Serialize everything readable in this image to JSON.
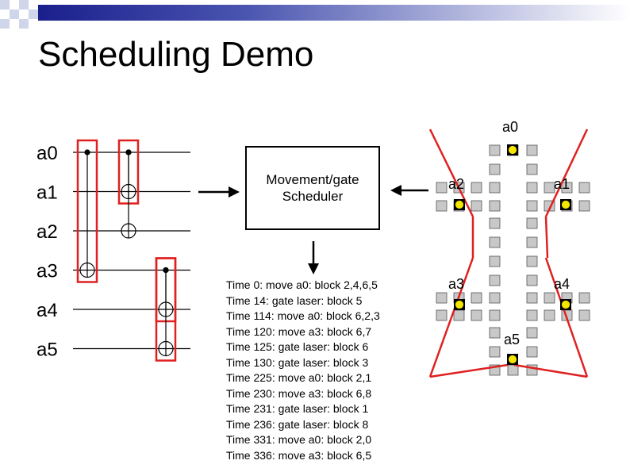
{
  "slide": {
    "title": "Scheduling Demo"
  },
  "circuit": {
    "qubits": [
      "a0",
      "a1",
      "a2",
      "a3",
      "a4",
      "a5"
    ],
    "gates": [
      {
        "control": "a0",
        "target": "a3",
        "boxed": true
      },
      {
        "control": "a0",
        "target": "a1",
        "boxed": true
      },
      {
        "control": "a0",
        "target": "a2",
        "boxed": false
      },
      {
        "control": "a3",
        "target": "a4",
        "boxed": true
      },
      {
        "control": "a3",
        "target": "a5",
        "boxed": true
      }
    ],
    "highlight_color": "#e02020"
  },
  "scheduler": {
    "label": "Movement/gate\nScheduler"
  },
  "log": [
    "Time 0: move a0: block 2,4,6,5",
    "Time 14: gate laser: block 5",
    "Time 114: move a0: block 6,2,3",
    "Time 120: move a3: block 6,7",
    "Time 125: gate laser: block 6",
    "Time 130: gate laser: block 3",
    "Time 225: move a0: block 2,1",
    "Time 230: move a3: block 6,8",
    "Time 231: gate laser: block 1",
    "Time 236: gate laser: block 8",
    "Time 331: move a0: block 2,0",
    "Time 336: move a3: block 6,5"
  ],
  "trap": {
    "labels": {
      "top": "a0",
      "upper_left": "a2",
      "upper_right": "a1",
      "lower_left": "a3",
      "lower_right": "a4",
      "bottom": "a5"
    },
    "ion_color": "#f5e600",
    "electrode_color": "#c8c8c8",
    "line_color": "#e02020"
  }
}
